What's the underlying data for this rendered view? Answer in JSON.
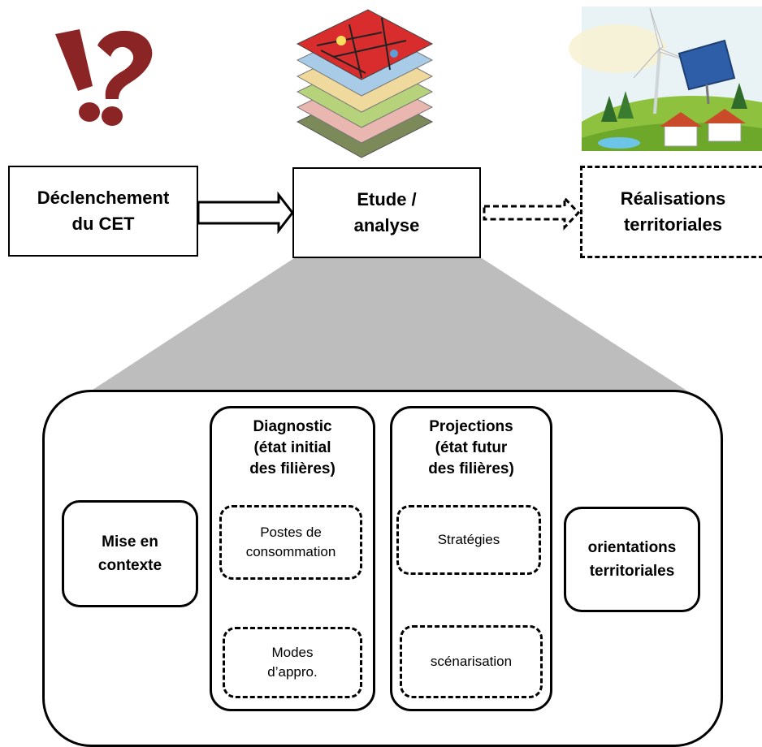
{
  "top": {
    "trigger": {
      "line1": "Déclenchement",
      "line2": "du CET"
    },
    "study": {
      "line1": "Etude /",
      "line2": "analyse"
    },
    "realisations": {
      "line1": "Réalisations",
      "line2": "territoriales"
    }
  },
  "detail": {
    "context": {
      "line1": "Mise en",
      "line2": "contexte"
    },
    "diagnostic": {
      "title": [
        "Diagnostic",
        "(état initial",
        "des filières)"
      ],
      "consumption": {
        "line1": "Postes de",
        "line2": "consommation"
      },
      "supply": {
        "line1": "Modes",
        "line2": "d’appro."
      }
    },
    "projections": {
      "title": [
        "Projections",
        "(état futur",
        "des filières)"
      ],
      "strategies": "Stratégies",
      "scenarios": "scénarisation"
    },
    "orientations": {
      "line1": "orientations",
      "line2": "territoriales"
    }
  },
  "icons": {
    "question": "exclamation-question-icon",
    "layers": "map-layers-icon",
    "energy": "renewable-energy-landscape-icon"
  },
  "colors": {
    "question": "#8b2424",
    "zoom_fill": "#bdbdbd",
    "stroke": "#000000"
  }
}
